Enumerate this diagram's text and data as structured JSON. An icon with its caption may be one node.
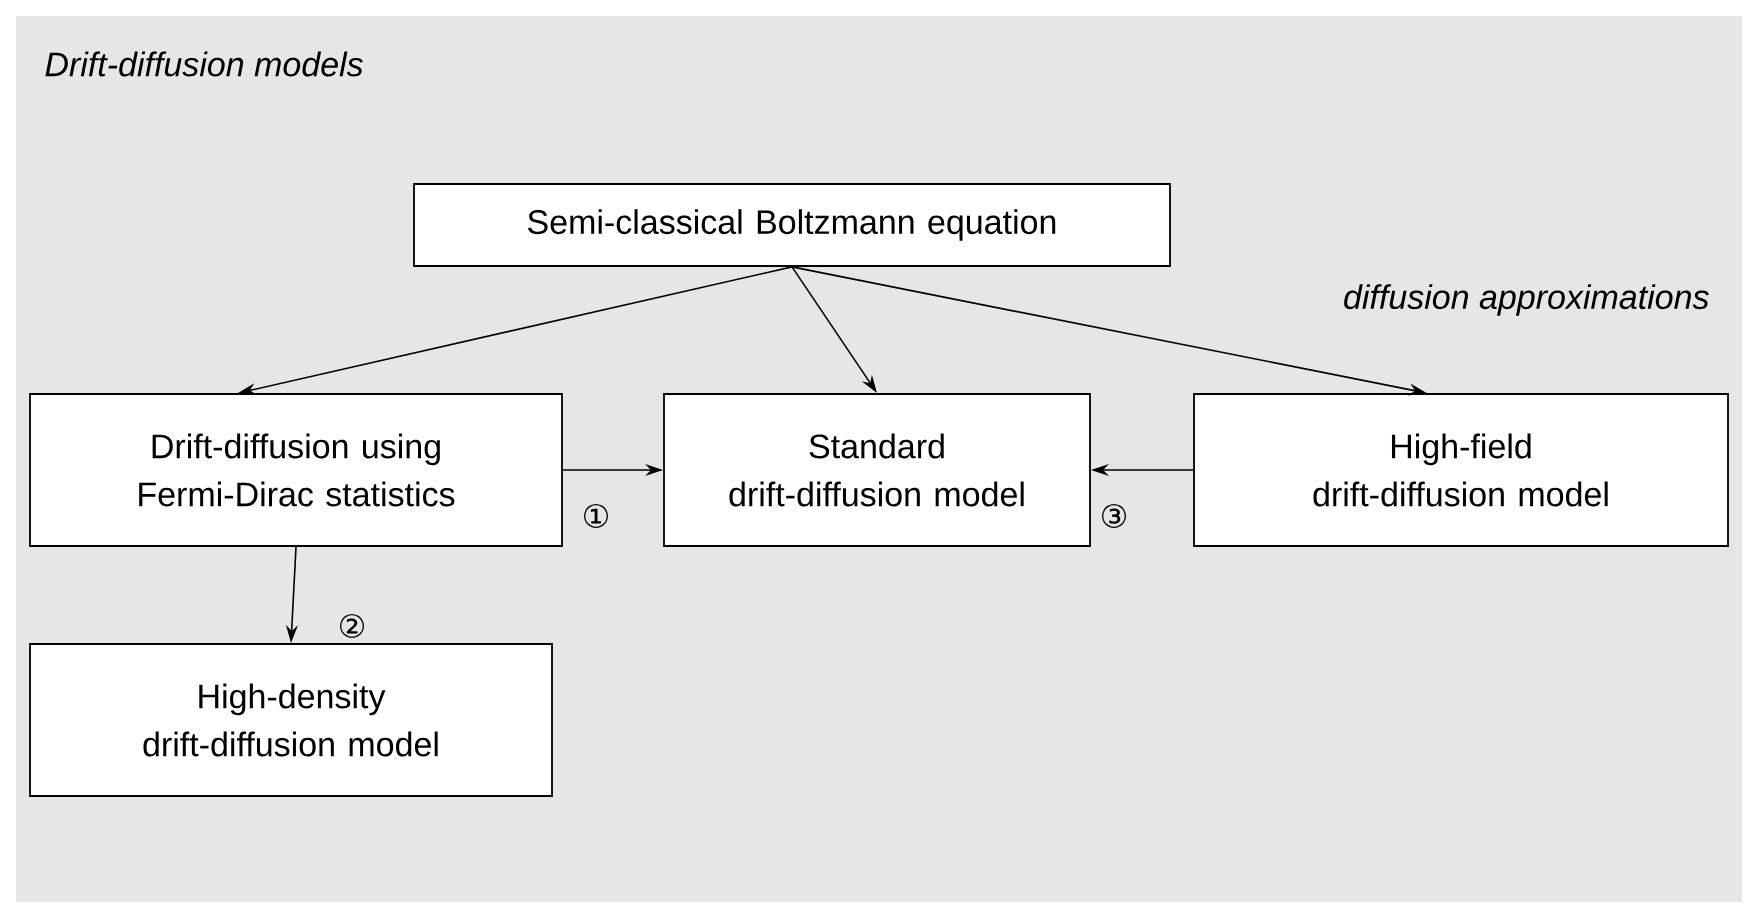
{
  "diagram": {
    "title": "Drift-diffusion models",
    "nodes": [
      {
        "text": [
          "Semi-classical Boltzmann equation"
        ]
      },
      {
        "text": [
          "Drift-diffusion using Fermi-Dirac statistics"
        ]
      },
      {
        "text": [
          "Standard drift-diffusion model"
        ]
      },
      {
        "text": [
          "High-field drift-diffusion model"
        ]
      },
      {
        "text": [
          "High-density drift-diffusion model"
        ]
      }
    ],
    "edges": [
      {
        "from": 0,
        "to": 1,
        "arrow": "to"
      },
      {
        "from": 0,
        "to": 2,
        "arrow": "to"
      },
      {
        "from": 0,
        "to": 3,
        "arrow": "to"
      },
      {
        "from": 1,
        "to": 2,
        "arrow": "to",
        "label": "①"
      },
      {
        "from": 3,
        "to": 2,
        "arrow": "to",
        "label": "③"
      },
      {
        "from": 1,
        "to": 4,
        "arrow": "to",
        "label": "②"
      }
    ],
    "labels": [
      "diffusion approximations"
    ]
  }
}
